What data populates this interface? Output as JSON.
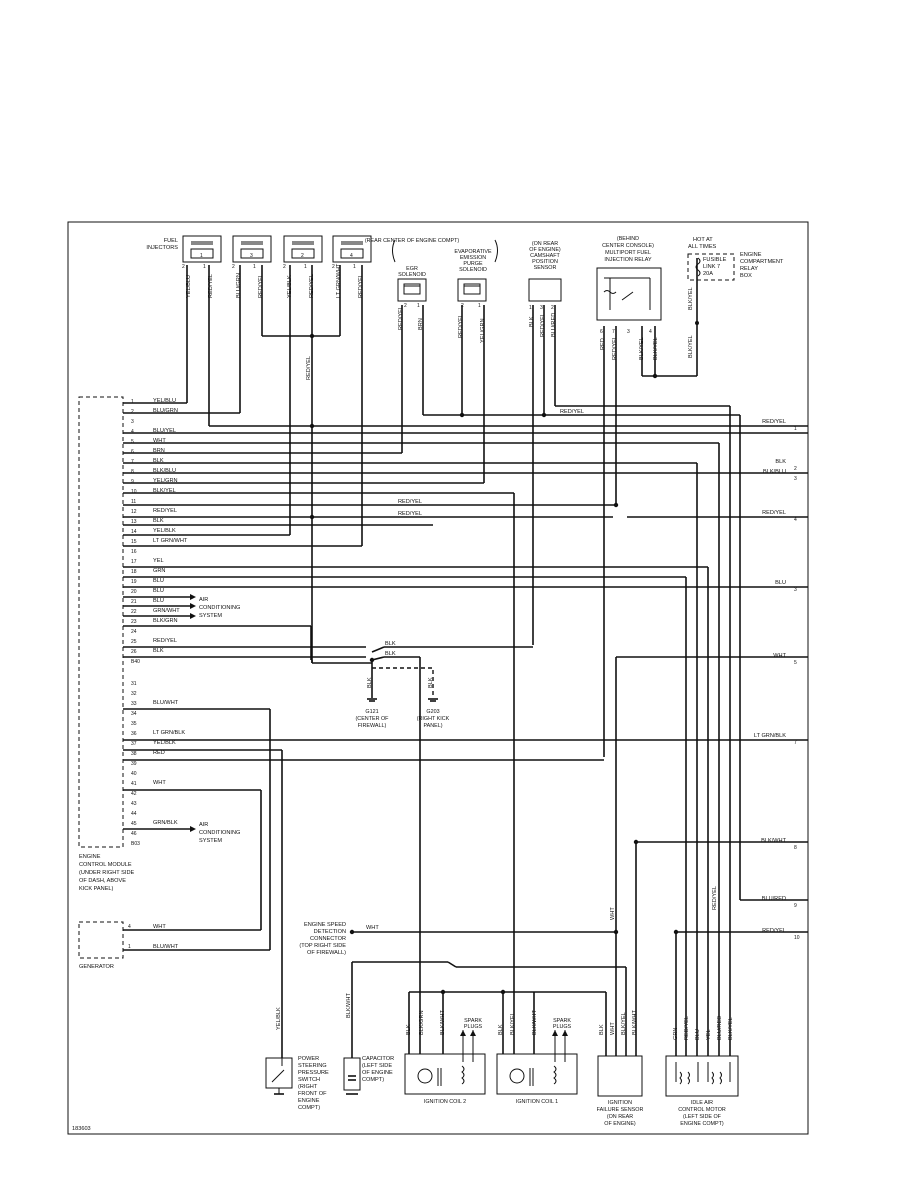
{
  "doc_id": "183603",
  "ecm_pins": [
    {
      "n": "1",
      "c": "YEL/BLU"
    },
    {
      "n": "2",
      "c": "BLU/GRN"
    },
    {
      "n": "3",
      "c": ""
    },
    {
      "n": "4",
      "c": "BLU/YEL"
    },
    {
      "n": "5",
      "c": "WHT"
    },
    {
      "n": "6",
      "c": "BRN"
    },
    {
      "n": "7",
      "c": "BLK"
    },
    {
      "n": "8",
      "c": "BLK/BLU"
    },
    {
      "n": "9",
      "c": "YEL/GRN"
    },
    {
      "n": "10",
      "c": "BLK/YEL"
    },
    {
      "n": "11",
      "c": ""
    },
    {
      "n": "12",
      "c": "RED/YEL"
    },
    {
      "n": "13",
      "c": "BLK"
    },
    {
      "n": "14",
      "c": "YEL/BLK"
    },
    {
      "n": "15",
      "c": "LT GRN/WHT"
    },
    {
      "n": "16",
      "c": ""
    },
    {
      "n": "17",
      "c": "YEL"
    },
    {
      "n": "18",
      "c": "GRN"
    },
    {
      "n": "19",
      "c": "BLU"
    },
    {
      "n": "20",
      "c": "BLU"
    },
    {
      "n": "21",
      "c": "BLU"
    },
    {
      "n": "22",
      "c": "GRN/WHT"
    },
    {
      "n": "23",
      "c": "BLK/GRN"
    },
    {
      "n": "24",
      "c": ""
    },
    {
      "n": "25",
      "c": "RED/YEL"
    },
    {
      "n": "26",
      "c": "BLK"
    },
    {
      "n": "B40",
      "c": ""
    },
    {
      "n": "31",
      "c": ""
    },
    {
      "n": "32",
      "c": ""
    },
    {
      "n": "33",
      "c": "BLU/WHT"
    },
    {
      "n": "34",
      "c": ""
    },
    {
      "n": "35",
      "c": ""
    },
    {
      "n": "36",
      "c": "LT GRN/BLK"
    },
    {
      "n": "37",
      "c": "YEL/BLK"
    },
    {
      "n": "38",
      "c": "RED"
    },
    {
      "n": "39",
      "c": ""
    },
    {
      "n": "40",
      "c": ""
    },
    {
      "n": "41",
      "c": "WHT"
    },
    {
      "n": "42",
      "c": ""
    },
    {
      "n": "43",
      "c": ""
    },
    {
      "n": "44",
      "c": ""
    },
    {
      "n": "45",
      "c": "GRN/BLK"
    },
    {
      "n": "46",
      "c": ""
    },
    {
      "n": "B03",
      "c": ""
    }
  ],
  "ecm": {
    "caption": [
      "ENGINE",
      "CONTROL MODULE",
      "(UNDER RIGHT SIDE",
      "OF DASH, ABOVE",
      "KICK PANEL)"
    ]
  },
  "ac_system": [
    "AIR",
    "CONDITIONING",
    "SYSTEM"
  ],
  "ac_system_2": [
    "AIR",
    "CONDITIONING",
    "SYSTEM"
  ],
  "fuel_injectors": {
    "title": [
      "FUEL",
      "INJECTORS"
    ],
    "units": [
      {
        "num": "1",
        "w1": "YEL/BLU",
        "w2": "RED/YEL"
      },
      {
        "num": "3",
        "w1": "BLU/GRN",
        "w2": "RED/YEL"
      },
      {
        "num": "2",
        "w1": "YEL/BLK",
        "w2": "RED/YEL"
      },
      {
        "num": "4",
        "w1": "LT GRN/WHT",
        "w2": "RED/YEL"
      }
    ],
    "feed_wire": "RED/YEL"
  },
  "rear_center": "(REAR CENTER OF ENGINE COMPT)",
  "egr": {
    "title": [
      "EGR",
      "SOLENOID"
    ],
    "w1": "RED/YEL",
    "w2": "BRN"
  },
  "evap": {
    "title": [
      "EVAPORATIVE",
      "EMISSION",
      "PURGE",
      "SOLENOID"
    ],
    "w1": "RED/YEL",
    "w2": "YEL/GRN"
  },
  "cmp": {
    "title": [
      "(ON REAR",
      "OF ENGINE)",
      "CAMSHAFT",
      "POSITION",
      "SENSOR"
    ],
    "w1": "BLK",
    "w2": "RED/YEL",
    "w3": "BLU/RED"
  },
  "mfi_relay": {
    "title": [
      "(BEHIND",
      "CENTER CONSOLE)",
      "MULTIPORT FUEL",
      "INJECTION RELAY"
    ],
    "w1": "RED",
    "w2": "RED/YEL",
    "w3": "BLK/YEL",
    "w4": "BLK/YEL"
  },
  "fusible": {
    "hot": [
      "HOT AT",
      "ALL TIMES"
    ],
    "lines": [
      "FUSIBLE",
      "LINK 7",
      "20A"
    ],
    "box": [
      "ENGINE",
      "COMPARTMENT",
      "RELAY",
      "BOX"
    ],
    "w1": "BLK/YEL",
    "w2": "BLK/YEL"
  },
  "right_labels": [
    {
      "c": "RED/YEL",
      "n": "1"
    },
    {
      "c": "BLK",
      "n": "2"
    },
    {
      "c": "BLK/BLU",
      "n": "3"
    },
    {
      "c": "RED/YEL",
      "n": "4"
    },
    {
      "c": "BLU",
      "n": "3"
    },
    {
      "c": "WHT",
      "n": "5"
    },
    {
      "c": "LT GRN/BLK",
      "n": "7"
    },
    {
      "c": "BLK/WHT",
      "n": "8"
    },
    {
      "c": "BLU/RED",
      "n": "9"
    },
    {
      "c": "RED/YEL",
      "n": "10"
    }
  ],
  "mid_labels": {
    "red_yel_a": "RED/YEL",
    "red_yel_b": "RED/YEL",
    "red_yel_c": "RED/YEL",
    "blk_a": "BLK",
    "blk_b": "BLK",
    "blk_c": "BLK",
    "blk_d": "BLK"
  },
  "grounds": {
    "g121": [
      "G121",
      "(CENTER OF",
      "FIREWALL)"
    ],
    "g203": [
      "G203",
      "(RIGHT KICK",
      "PANEL)"
    ]
  },
  "generator": {
    "caption": "GENERATOR",
    "p4": "WHT",
    "p1": "BLU/WHT"
  },
  "esd": {
    "title": [
      "ENGINE SPEED",
      "DETECTION",
      "CONNECTOR",
      "(TOP RIGHT SIDE",
      "OF FIREWALL)"
    ],
    "wire": "WHT"
  },
  "ps_switch": {
    "title": [
      "POWER",
      "STEERING",
      "PRESSURE",
      "SWITCH",
      "(RIGHT",
      "FRONT OF",
      "ENGINE",
      "COMPT)"
    ],
    "wire": "YEL/BLK"
  },
  "capacitor": {
    "title": [
      "CAPACITOR",
      "(LEFT SIDE",
      "OF ENGINE",
      "COMPT)"
    ],
    "wire": "BLK/WHT"
  },
  "coil2": {
    "caption": "IGNITION COIL 2",
    "w1": "BLK",
    "w2": "BLK/GRN",
    "w3": "BLK/WHT",
    "plugs": [
      "SPARK",
      "PLUGS"
    ]
  },
  "coil1": {
    "caption": "IGNITION COIL 1",
    "w1": "BLK",
    "w2": "BLK/YEL",
    "w3": "BLK/WHT",
    "plugs": [
      "SPARK",
      "PLUGS"
    ]
  },
  "ifs": {
    "caption": [
      "IGNITION",
      "FAILURE SENSOR",
      "(ON REAR",
      "OF ENGINE)"
    ],
    "w1": "BLK",
    "w2": "WHT",
    "w3": "BLK/YEL",
    "w4": "BLK/WHT"
  },
  "iac": {
    "caption": [
      "IDLE AIR",
      "CONTROL MOTOR",
      "(LEFT SIDE OF",
      "ENGINE COMPT)"
    ],
    "wires": [
      "GRN",
      "RED/YEL",
      "BLU",
      "YEL",
      "BLU/RED",
      "BLK/YEL"
    ]
  },
  "wht_vertical": "WHT",
  "red_yel_vertical": "RED/YEL"
}
